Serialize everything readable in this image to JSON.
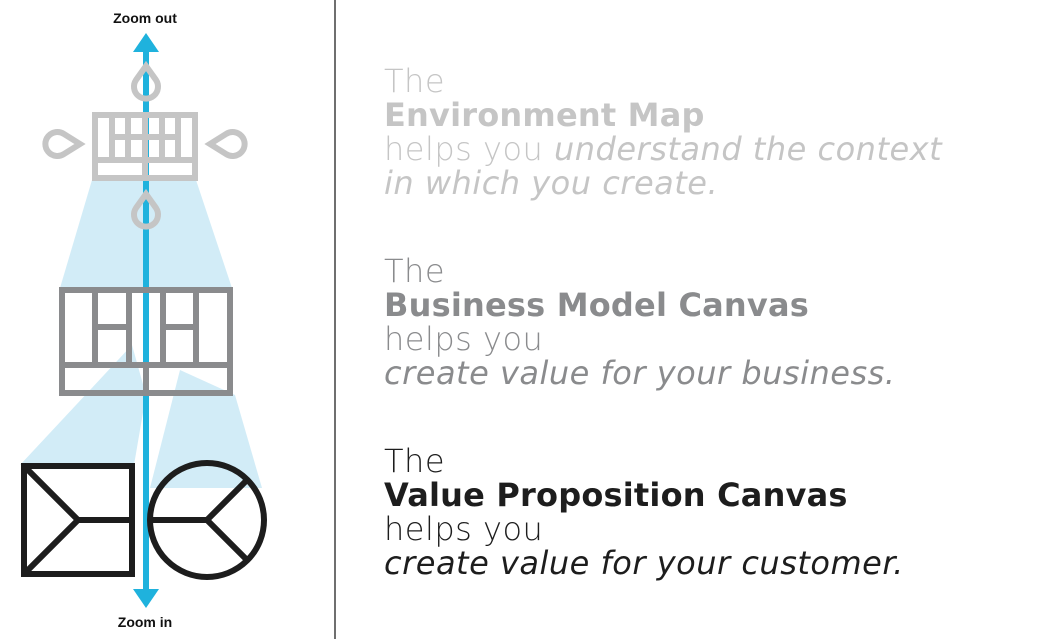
{
  "zoom": {
    "out_label": "Zoom out",
    "in_label": "Zoom in"
  },
  "colors": {
    "arrow": "#1fb2dd",
    "beam": "#cdeaf6",
    "environment_map": "#c5c5c5",
    "business_model_canvas": "#8a8b8d",
    "value_proposition_canvas": "#1d1d1d"
  },
  "blocks": [
    {
      "lead": "The",
      "name": "Environment Map",
      "helps": "helps you",
      "tail_line1": "understand the context",
      "tail_line2": "in which you create."
    },
    {
      "lead": "The",
      "name": "Business Model Canvas",
      "helps": "helps you",
      "tail": "create value for your business."
    },
    {
      "lead": "The",
      "name": "Value Proposition Canvas",
      "helps": "helps you",
      "tail": "create value for your customer."
    }
  ]
}
